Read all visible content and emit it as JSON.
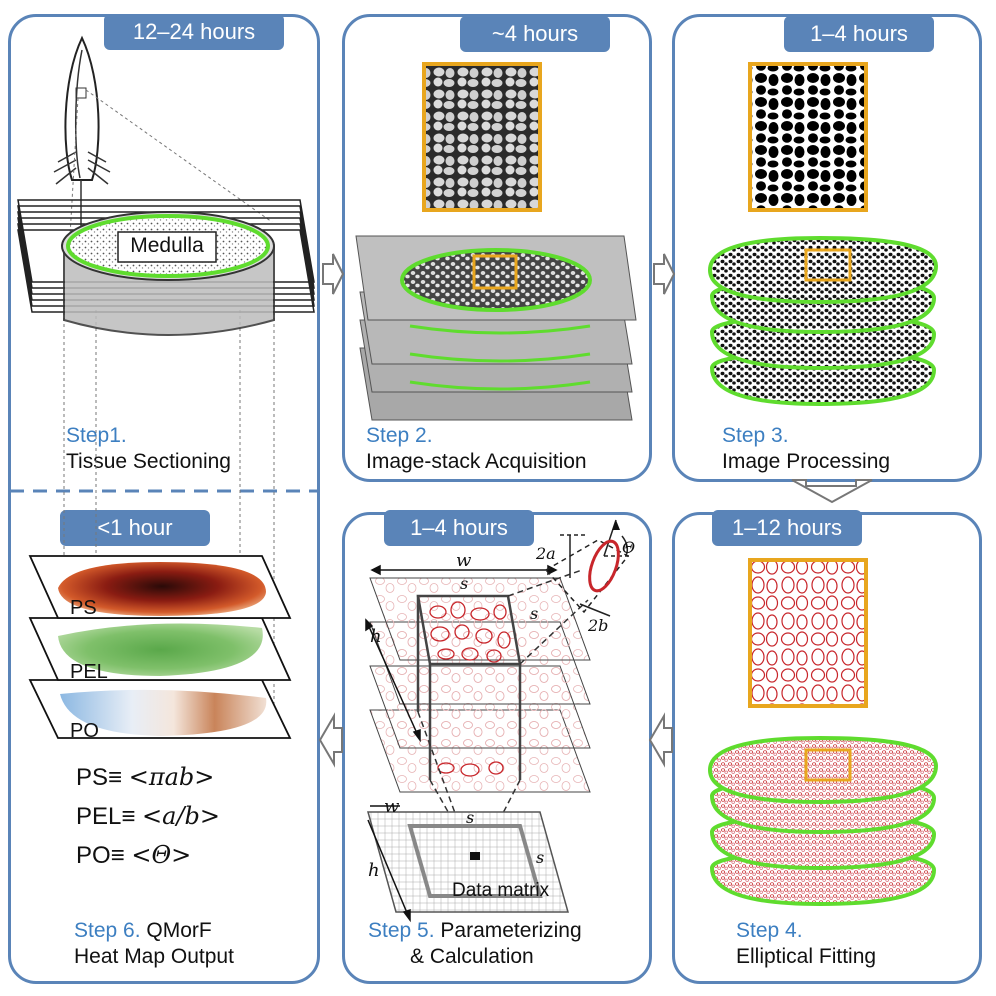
{
  "colors": {
    "accent": "#5a84b8",
    "step_num": "#3d7fc1",
    "outline_green": "#5fdc2e",
    "roi_orange": "#e8a61e",
    "ellipse_red": "#c8262b"
  },
  "panels": {
    "p1": {
      "time": "12–24 hours",
      "step_num": "Step1.",
      "step_title": "Tissue Sectioning",
      "label": "Medulla"
    },
    "p2": {
      "time": "~4 hours",
      "step_num": "Step 2.",
      "step_title": "Image-stack Acquisition"
    },
    "p3": {
      "time": "1–4 hours",
      "step_num": "Step 3.",
      "step_title": "Image Processing"
    },
    "p4": {
      "time": "1–12 hours",
      "step_num": "Step 4.",
      "step_title": "Elliptical Fitting"
    },
    "p5": {
      "time": "1–4 hours",
      "step_num": "Step 5.",
      "step_title_1": "Parameterizing",
      "step_title_2": "& Calculation",
      "data_matrix": "Data matrix",
      "w": "w",
      "h": "h",
      "s": "s",
      "a2": "2a",
      "b2": "2b",
      "theta": "Θ"
    },
    "p6": {
      "time": "<1 hour",
      "step_num": "Step 6.",
      "step_title_1": "QMorF",
      "step_title_2": "Heat Map Output",
      "map_labels": [
        "PS",
        "PEL",
        "PO"
      ],
      "formulas": [
        {
          "name": "PS≡",
          "expr": "<πab>"
        },
        {
          "name": "PEL≡",
          "expr": "<a/b>"
        },
        {
          "name": "PO≡",
          "expr": "<Θ>"
        }
      ]
    }
  }
}
